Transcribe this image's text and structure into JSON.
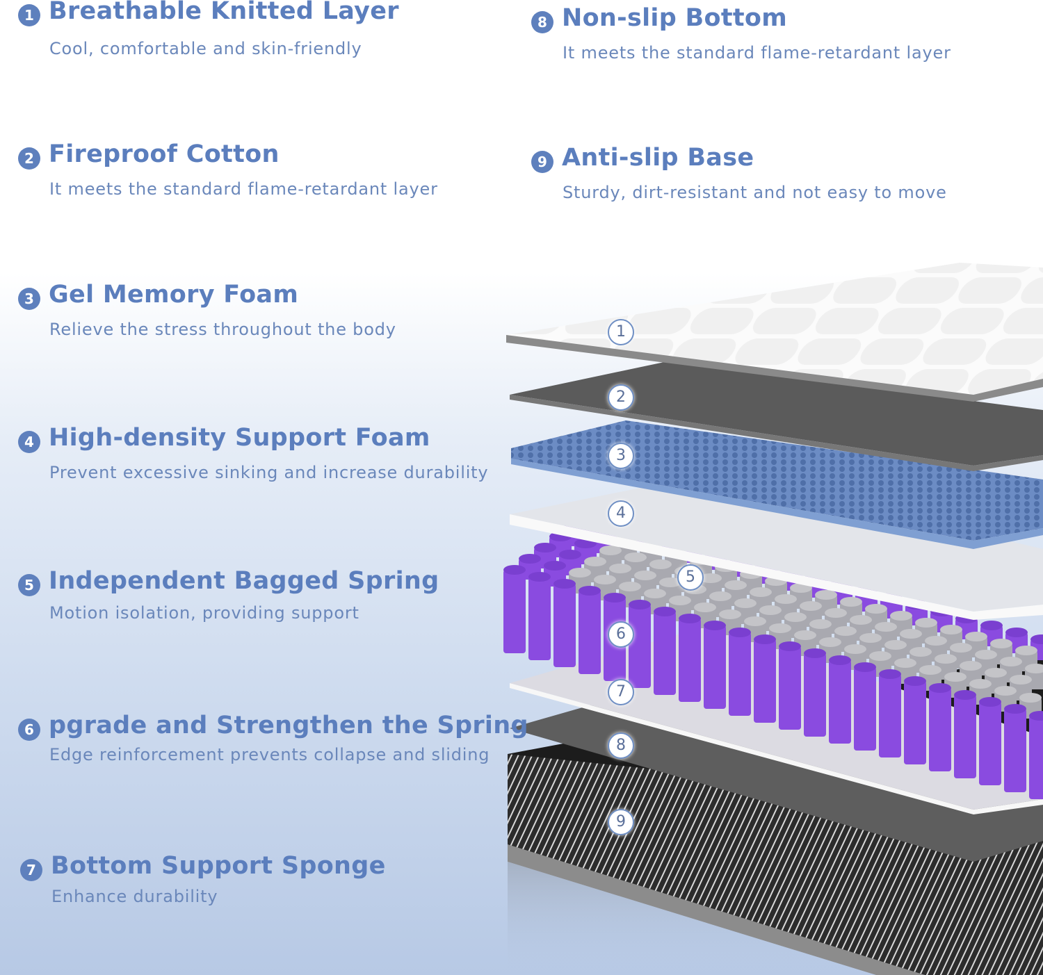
{
  "colors": {
    "heading": "#5b7ebd",
    "subtext": "#6a87ba",
    "spring_purple": "#8a4be0",
    "layer_gray": "#5c5c5c",
    "foam_blue": "#6f8fc4"
  },
  "features": [
    {
      "number": "1",
      "title": "Breathable Knitted Layer",
      "subtitle": "Cool, comfortable and skin-friendly"
    },
    {
      "number": "2",
      "title": "Fireproof Cotton",
      "subtitle": "It meets the standard flame-retardant layer"
    },
    {
      "number": "3",
      "title": "Gel Memory Foam",
      "subtitle": "Relieve the stress throughout the body"
    },
    {
      "number": "4",
      "title": "High-density Support Foam",
      "subtitle": "Prevent excessive sinking and increase durability"
    },
    {
      "number": "5",
      "title": "Independent Bagged Spring",
      "subtitle": "Motion isolation, providing support"
    },
    {
      "number": "6",
      "title": "pgrade and Strengthen the Spring",
      "subtitle": "Edge reinforcement prevents collapse and sliding"
    },
    {
      "number": "7",
      "title": "Bottom Support Sponge",
      "subtitle": "Enhance durability"
    },
    {
      "number": "8",
      "title": "Non-slip Bottom",
      "subtitle": "It meets the standard flame-retardant layer"
    },
    {
      "number": "9",
      "title": "Anti-slip Base",
      "subtitle": "Sturdy, dirt-resistant and not easy to move"
    }
  ],
  "diagram_badges": [
    "1",
    "2",
    "3",
    "4",
    "5",
    "6",
    "7",
    "8",
    "9"
  ]
}
